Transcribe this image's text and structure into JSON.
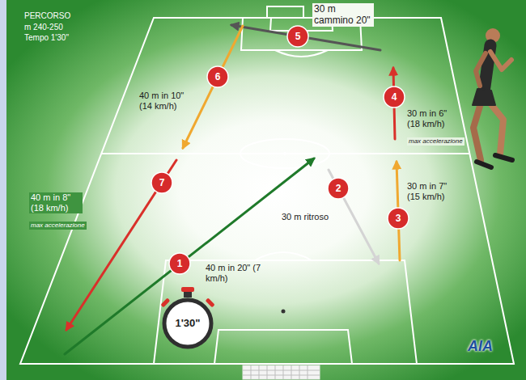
{
  "diagram": {
    "title": "PERCORSO",
    "nodes": [
      {
        "text": [
          "1"
        ]
      },
      {
        "text": [
          "2"
        ]
      },
      {
        "text": [
          "3"
        ]
      },
      {
        "text": [
          "4"
        ]
      },
      {
        "text": [
          "5"
        ]
      },
      {
        "text": [
          "6"
        ]
      },
      {
        "text": [
          "7"
        ]
      },
      {
        "text": [
          "1'30\""
        ]
      }
    ],
    "labels": [
      "m 240-250",
      "Tempo 1'30\"",
      "40 m in 20\" (7 km/h)",
      "30 m ritroso",
      "30 m in 7\" (15 km/h)",
      "30 m in 6\" (18 km/h)",
      "max accelerazione",
      "30 m cammino 20\"",
      "40 m in 10\" (14 km/h)",
      "40 m in 8\" (18 km/h)",
      "max accelerazione",
      "AIA"
    ]
  }
}
